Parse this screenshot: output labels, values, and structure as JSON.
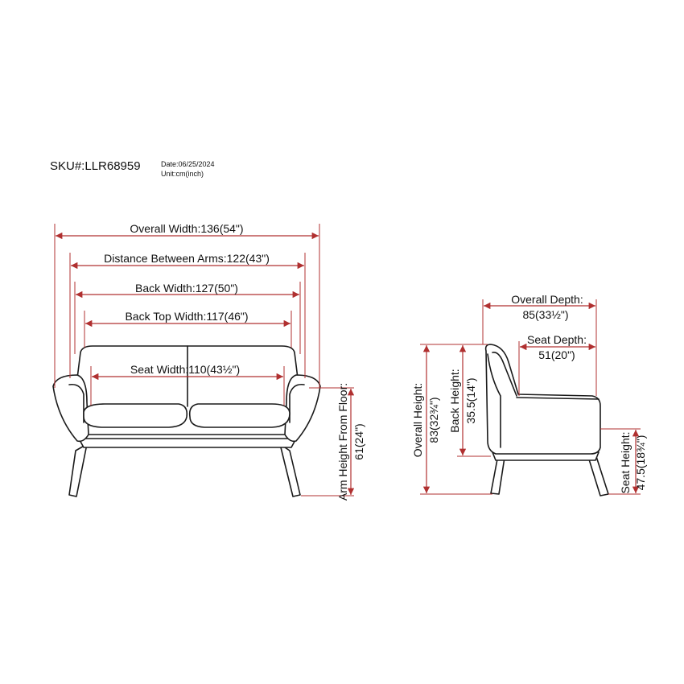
{
  "header": {
    "sku": "SKU#:LLR68959",
    "date": "Date:06/25/2024",
    "unit": "Unit:cm(inch)"
  },
  "front_view": {
    "overall_width": "Overall Width:136(54\")",
    "distance_between_arms": "Distance Between Arms:122(43\")",
    "back_width": "Back Width:127(50\")",
    "back_top_width": "Back Top Width:117(46\")",
    "seat_width": "Seat Width:110(43½\")",
    "arm_height_title": "Arm Height From Floor:",
    "arm_height_value": "61(24\")"
  },
  "side_view": {
    "overall_depth_title": "Overall Depth:",
    "overall_depth_value": "85(33½\")",
    "seat_depth_title": "Seat Depth:",
    "seat_depth_value": "51(20\")",
    "overall_height_title": "Overall Height:",
    "overall_height_value": "83(32¾\")",
    "back_height_title": "Back Height:",
    "back_height_value": "35.5(14\")",
    "seat_height_title": "Seat Height:",
    "seat_height_value": "47.5(18¾\")"
  },
  "colors": {
    "dimension_line": "#b03030",
    "outline": "#1a1a1a"
  }
}
